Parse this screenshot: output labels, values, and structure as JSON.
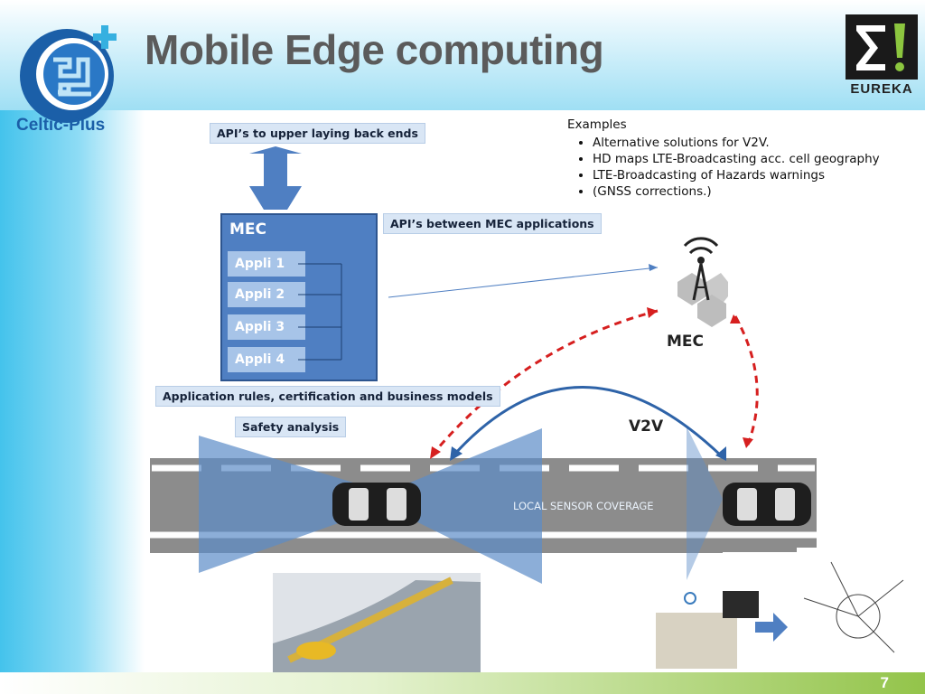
{
  "slide": {
    "title": "Mobile Edge computing",
    "page_number": "7",
    "logo_left_text": "Celtic-Plus",
    "logo_right_text": "EUREKA"
  },
  "diagram": {
    "api_upper": "API’s to upper laying back ends",
    "api_between": "API’s between MEC applications",
    "mec_box_title": "MEC",
    "applis": [
      "Appli 1",
      "Appli 2",
      "Appli 3",
      "Appli 4"
    ],
    "app_rules": "Application rules, certification and business models",
    "safety": "Safety analysis",
    "mec_label": "MEC",
    "v2v_label": "V2V",
    "sensor_label": "LOCAL SENSOR COVERAGE"
  },
  "examples": {
    "title": "Examples",
    "items": [
      "Alternative solutions for V2V.",
      "HD maps LTE-Broadcasting  acc. cell geography",
      "LTE-Broadcasting of Hazards warnings",
      "(GNSS corrections.)"
    ]
  },
  "colors": {
    "title": "#5b5b5b",
    "mec_box": "#4f7fc2",
    "appli": "#a7c4e8",
    "road": "#8c8c8c",
    "sensor_cone": "#5b8cc8",
    "dashed_arrow": "#d61f1f",
    "v2v_arrow": "#2e63a8",
    "celtic_blue": "#1b5fa8"
  },
  "icons": [
    "celtic-plus-logo-icon",
    "eureka-logo-icon",
    "cell-tower-icon",
    "car-icon",
    "right-arrow-icon"
  ]
}
